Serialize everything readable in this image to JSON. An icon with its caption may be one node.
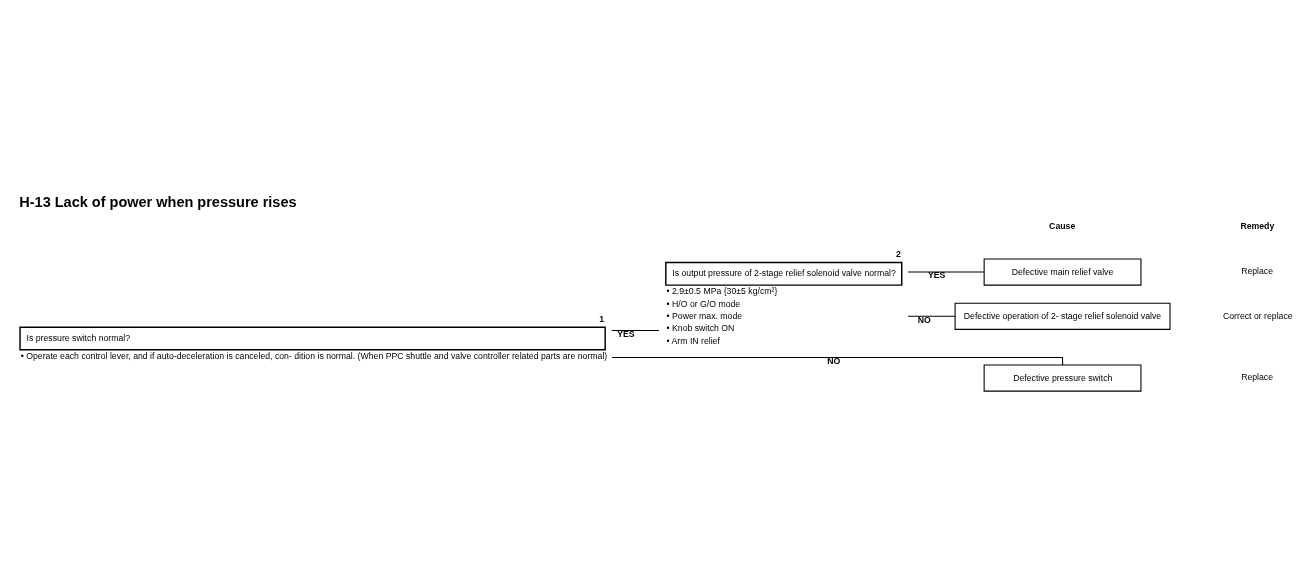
{
  "diagram": {
    "title": "H-13 Lack of power when pressure rises",
    "nodes": [
      {
        "text": [
          "1",
          "Is pressure switch normal?"
        ],
        "beside": [
          "• Operate each control lever, and if auto-deceleration is canceled, con- dition is normal. (When PPC shuttle and valve controller related parts are normal)"
        ]
      },
      {
        "text": [
          "2",
          "Is output pressure of 2-stage relief solenoid valve normal?"
        ],
        "beside": [
          "• 2.9±0.5 MPa {30±5 kg/cm²}",
          "• H/O or G/O mode",
          "• Power max. mode",
          "• Knob switch ON",
          "• Arm IN relief"
        ]
      },
      {
        "text": [
          "Defective main relief valve"
        ]
      },
      {
        "text": [
          "Defective operation of 2- stage relief solenoid valve"
        ]
      },
      {
        "text": [
          "Defective pressure switch"
        ]
      }
    ],
    "edges": [
      {
        "from": 0,
        "to": 1,
        "arrow": "none",
        "label": "YES"
      },
      {
        "from": 1,
        "to": 2,
        "arrow": "none",
        "label": "YES"
      },
      {
        "from": 1,
        "to": 3,
        "arrow": "none",
        "label": "NO"
      },
      {
        "from": 0,
        "to": 4,
        "arrow": "none",
        "label": "NO"
      }
    ],
    "labels": [
      "Cause",
      "Remedy",
      "Replace",
      "Correct or replace",
      "Replace"
    ]
  }
}
